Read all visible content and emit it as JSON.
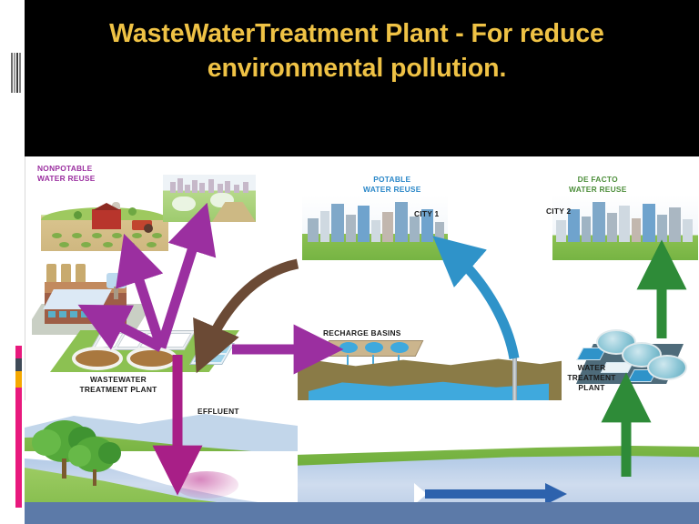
{
  "slide": {
    "title": "WasteWaterTreatment Plant - For reduce environmental pollution.",
    "title_color": "#efc245",
    "header_background": "#000000",
    "background": "#ffffff"
  },
  "decorations": {
    "barcode_name": "barcode-stripe-decoration",
    "accent_ruler_color": "#e8197d",
    "accent_ruler_segment_dark": "#3f4a57",
    "accent_ruler_segment_amber": "#f5a800",
    "bottom_band_color": "#5c7aa8"
  },
  "diagram": {
    "captions": {
      "nonpotable": "NONPOTABLE\nWATER REUSE",
      "potable": "POTABLE\nWATER REUSE",
      "defacto": "DE FACTO\nWATER REUSE",
      "city1": "CITY 1",
      "city2": "CITY 2",
      "wastewater_plant": "WASTEWATER\nTREATMENT PLANT",
      "effluent": "EFFLUENT",
      "recharge_basins": "RECHARGE BASINS",
      "water_treatment_plant": "WATER\nTREATMENT\nPLANT"
    },
    "caption_colors": {
      "nonpotable": "#9b2fa0",
      "potable": "#2a87c8",
      "defacto": "#4e8f3c",
      "labels": "#1b1b1b"
    },
    "flows": [
      {
        "name": "wwtp-to-farm",
        "color": "#9b2fa0",
        "style": "straight-arrow",
        "from": "wastewater-treatment-plant",
        "to": "farm-irrigation"
      },
      {
        "name": "wwtp-to-park",
        "color": "#9b2fa0",
        "style": "straight-arrow",
        "from": "wastewater-treatment-plant",
        "to": "park-golf-course"
      },
      {
        "name": "wwtp-to-industry",
        "color": "#9b2fa0",
        "style": "straight-arrow",
        "from": "wastewater-treatment-plant",
        "to": "industrial-plant"
      },
      {
        "name": "wwtp-to-recharge",
        "color": "#9b2fa0",
        "style": "straight-arrow",
        "from": "wastewater-treatment-plant",
        "to": "recharge-basins"
      },
      {
        "name": "wwtp-to-river",
        "color": "#a81f87",
        "style": "straight-arrow",
        "from": "wastewater-treatment-plant",
        "to": "river-effluent-discharge"
      },
      {
        "name": "city1-to-wwtp",
        "color": "#6b4a35",
        "style": "curved-arrow",
        "from": "city-1",
        "to": "wastewater-treatment-plant"
      },
      {
        "name": "well-to-city1",
        "color": "#2f93c9",
        "style": "curved-arrow",
        "from": "groundwater-well",
        "to": "city-1"
      },
      {
        "name": "river-to-wtp",
        "color": "#2e8b38",
        "style": "straight-arrow",
        "from": "river",
        "to": "water-treatment-plant"
      },
      {
        "name": "wtp-to-city2",
        "color": "#2e8b38",
        "style": "straight-arrow",
        "from": "water-treatment-plant",
        "to": "city-2"
      },
      {
        "name": "river-flow",
        "color": "#2d62ad",
        "style": "straight-arrow",
        "from": "upstream",
        "to": "downstream"
      }
    ]
  }
}
